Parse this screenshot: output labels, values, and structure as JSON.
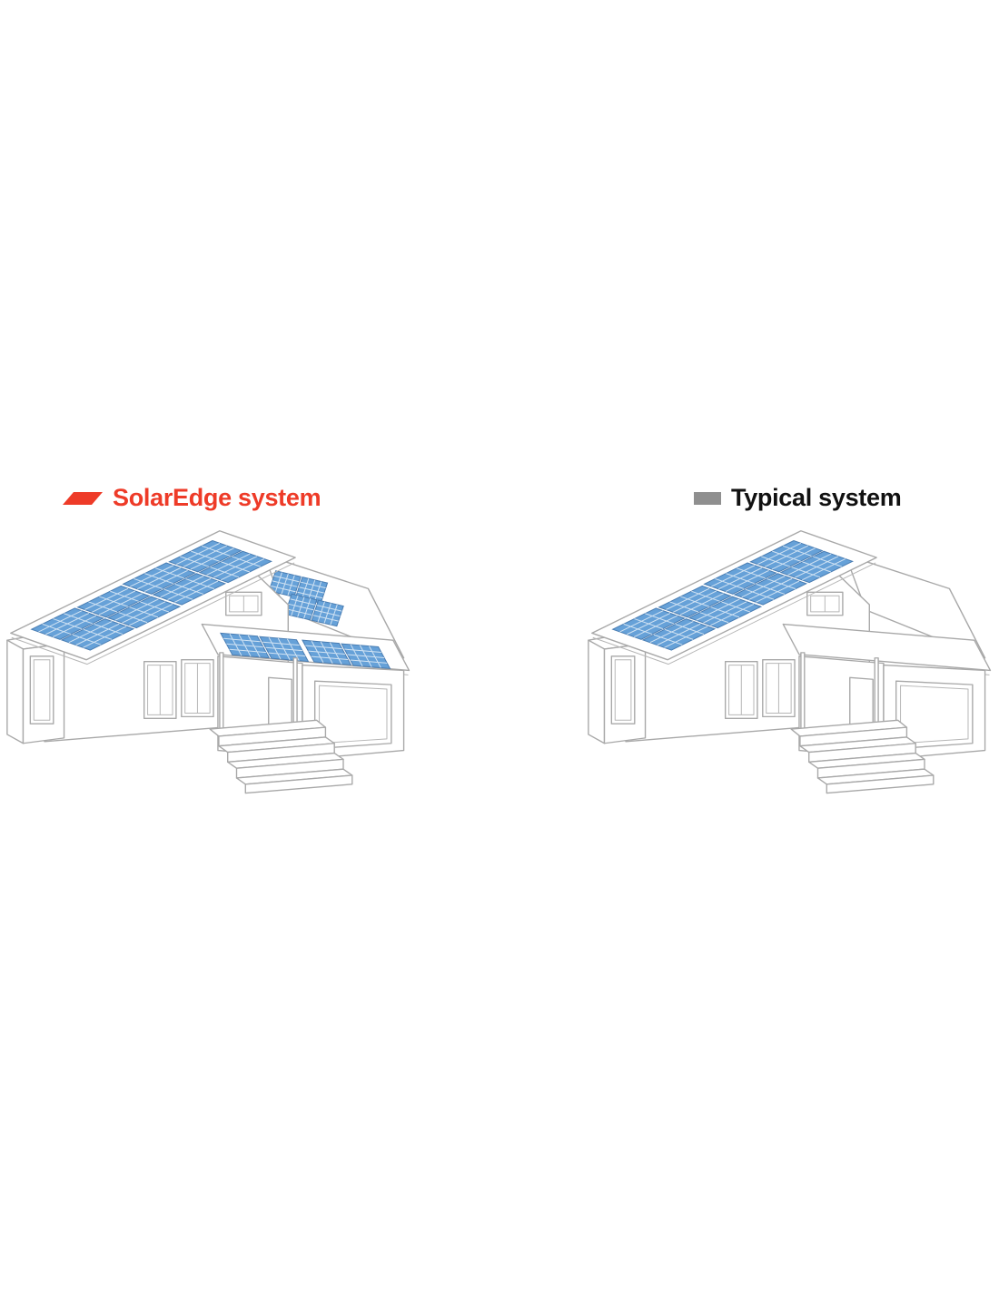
{
  "legend": {
    "left": {
      "label": "SolarEdge system",
      "color": "#ee3b28"
    },
    "right": {
      "label": "Typical system",
      "swatch_color": "#8f8f8f",
      "text_color": "#111111"
    }
  },
  "colors": {
    "panel_fill": "#66a1d8",
    "panel_border": "#4a7db2",
    "panel_grid_line": "#ffffff",
    "house_outline": "#a8a8a8",
    "background": "#ffffff"
  },
  "houses": [
    {
      "id": "solaredge",
      "label": "SolarEdge system",
      "roofs_with_panels": [
        "main-roof",
        "upper-roof",
        "porch-roof"
      ],
      "panel_count": {
        "main_roof": 8,
        "upper_roof": 4,
        "porch_roof": 4
      }
    },
    {
      "id": "typical",
      "label": "Typical system",
      "roofs_with_panels": [
        "main-roof"
      ],
      "panel_count": {
        "main_roof": 8,
        "upper_roof": 0,
        "porch_roof": 0
      }
    }
  ]
}
